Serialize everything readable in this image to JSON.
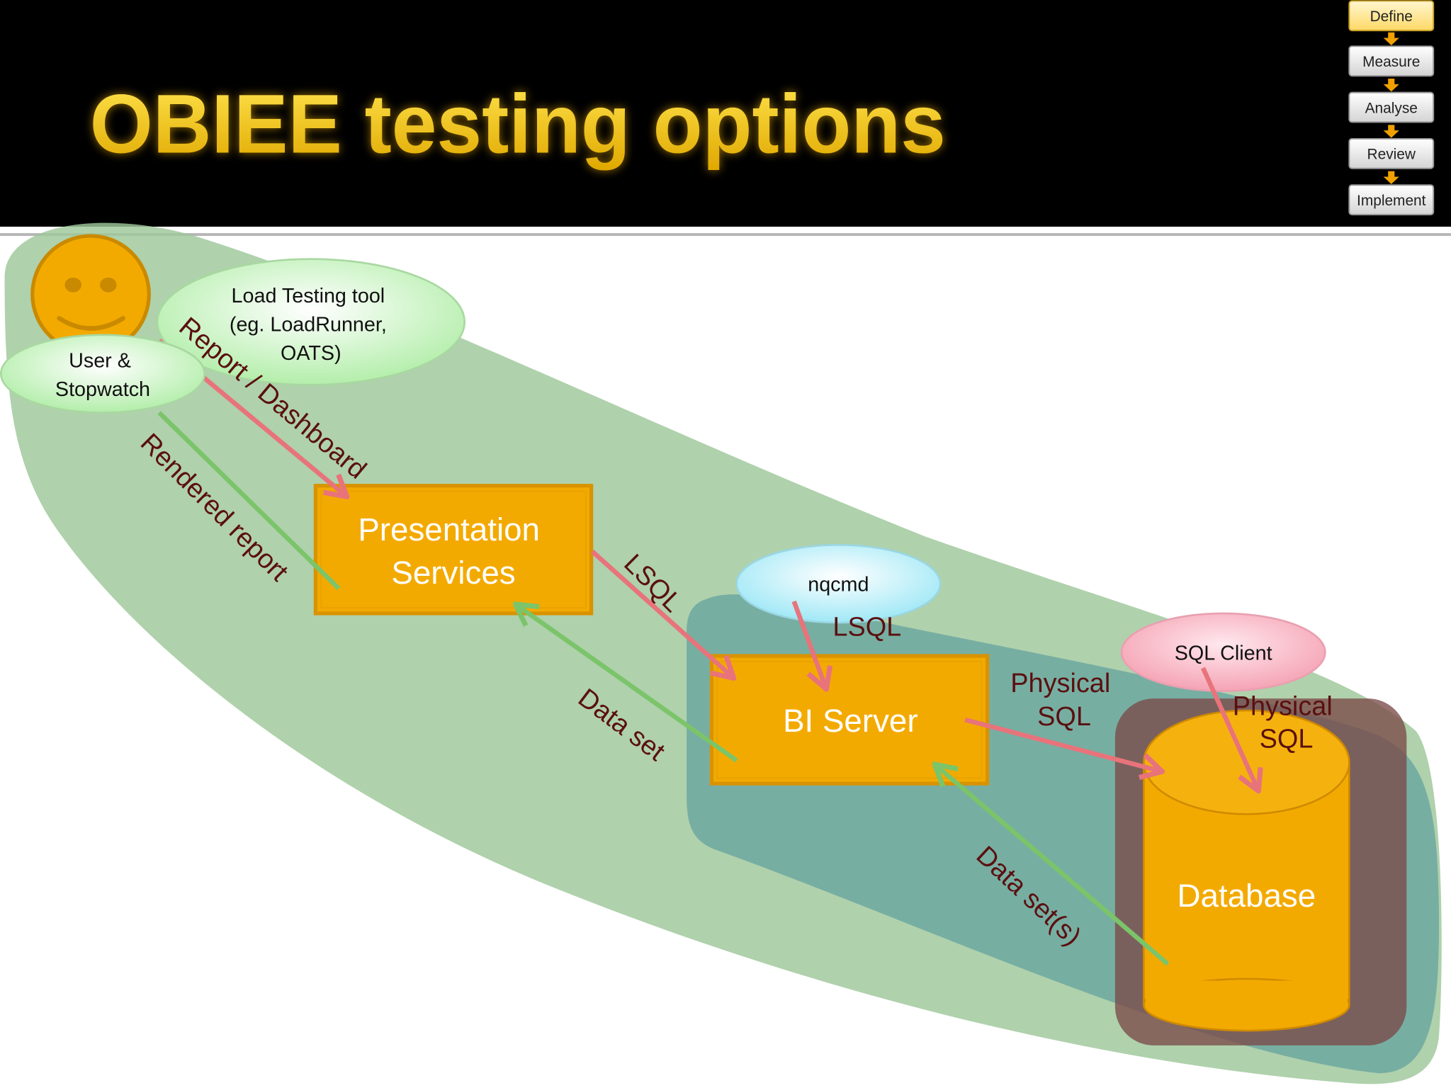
{
  "slide": {
    "title": "OBIEE testing options"
  },
  "process_nav": {
    "steps": [
      {
        "label": "Define",
        "active": true
      },
      {
        "label": "Measure",
        "active": false
      },
      {
        "label": "Analyse",
        "active": false
      },
      {
        "label": "Review",
        "active": false
      },
      {
        "label": "Implement",
        "active": false
      }
    ],
    "connector_icon": "arrow-down-icon"
  },
  "actors": {
    "user": {
      "icon": "smiley-face-icon",
      "lines": [
        "User &",
        "Stopwatch"
      ]
    },
    "load_tool": {
      "lines": [
        "Load Testing tool",
        "(eg. LoadRunner,",
        "OATS)"
      ]
    },
    "nqcmd": {
      "label": "nqcmd"
    },
    "sql_client": {
      "label": "SQL Client"
    }
  },
  "components": {
    "presentation_services": {
      "lines": [
        "Presentation",
        "Services"
      ]
    },
    "bi_server": {
      "label": "BI Server"
    },
    "database": {
      "label": "Database"
    }
  },
  "flows": {
    "report_dashboard": "Report / Dashboard",
    "rendered_report": "Rendered report",
    "lsql_ps_to_bi": "LSQL",
    "lsql_nqcmd": "LSQL",
    "data_set": "Data set",
    "physical_sql_bi": [
      "Physical",
      "SQL"
    ],
    "physical_sql_client": [
      "Physical",
      "SQL"
    ],
    "data_sets": "Data set(s)"
  },
  "colors": {
    "header_background": "#000000",
    "title": "#f0c419",
    "component_fill": "#f3aa00",
    "request_arrow": "#e8737b",
    "response_arrow": "#7bc46a",
    "flow_label": "#5a1010",
    "scope_outer": "#9ec79a",
    "scope_bi": "#6fa8a0",
    "scope_db": "#7b4a48"
  }
}
